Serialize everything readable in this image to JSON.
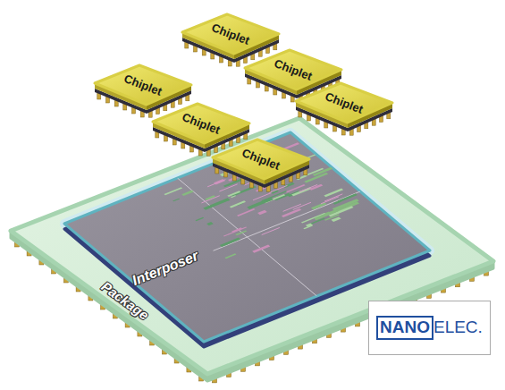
{
  "diagram": {
    "nodes": [
      {
        "text": [
          "Chiplet"
        ]
      },
      {
        "text": [
          "Chiplet"
        ]
      },
      {
        "text": [
          "Chiplet"
        ]
      },
      {
        "text": [
          "Chiplet"
        ]
      },
      {
        "text": [
          "Chiplet"
        ]
      },
      {
        "text": [
          "Chiplet"
        ]
      },
      {
        "text": [
          "Package"
        ]
      },
      {
        "text": [
          "Interposer"
        ],
        "in": 6
      },
      {
        "text": [
          "NANO",
          "ELEC."
        ]
      }
    ]
  }
}
